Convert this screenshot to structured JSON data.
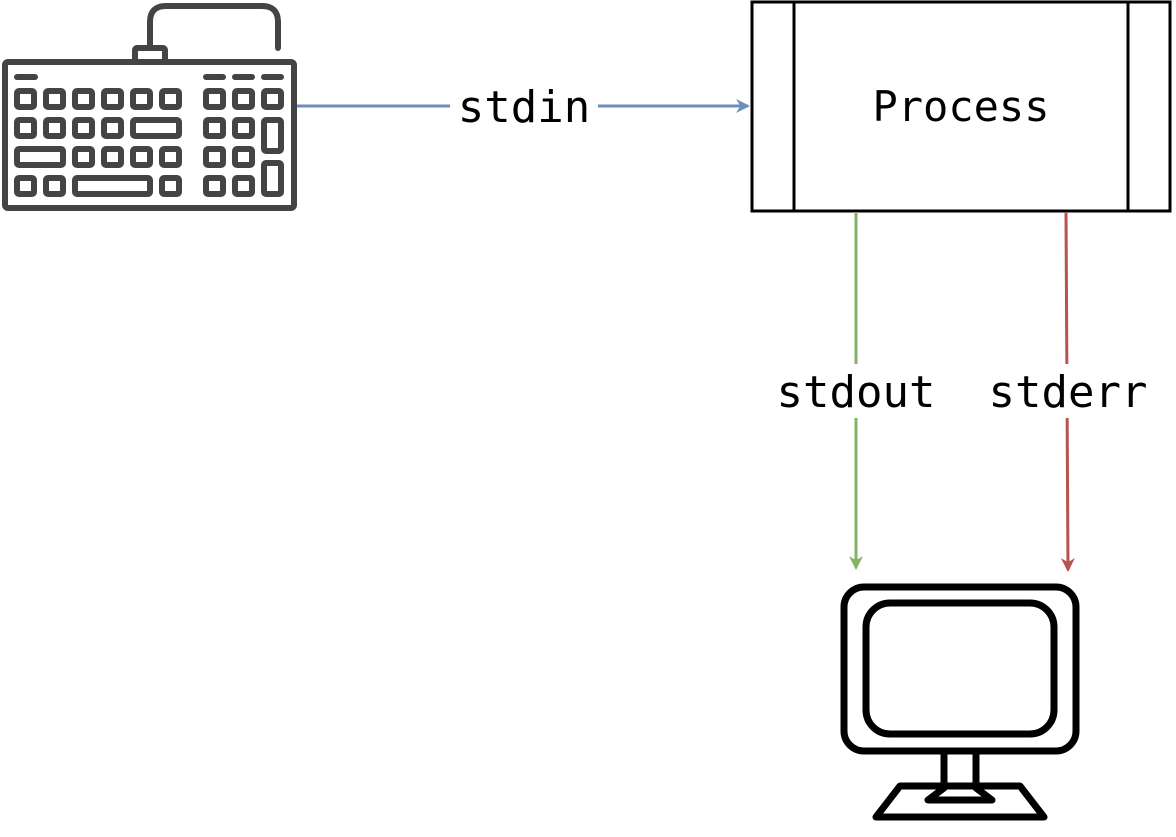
{
  "process": {
    "label": "Process"
  },
  "edges": {
    "stdin": {
      "label": "stdin",
      "color": "#6c8ebf"
    },
    "stdout": {
      "label": "stdout",
      "color": "#82b366"
    },
    "stderr": {
      "label": "stderr",
      "color": "#b85450"
    }
  },
  "icons": {
    "input": "keyboard-icon",
    "output": "monitor-icon"
  },
  "colors": {
    "icon_keyboard": "#444444",
    "icon_monitor": "#000000"
  }
}
